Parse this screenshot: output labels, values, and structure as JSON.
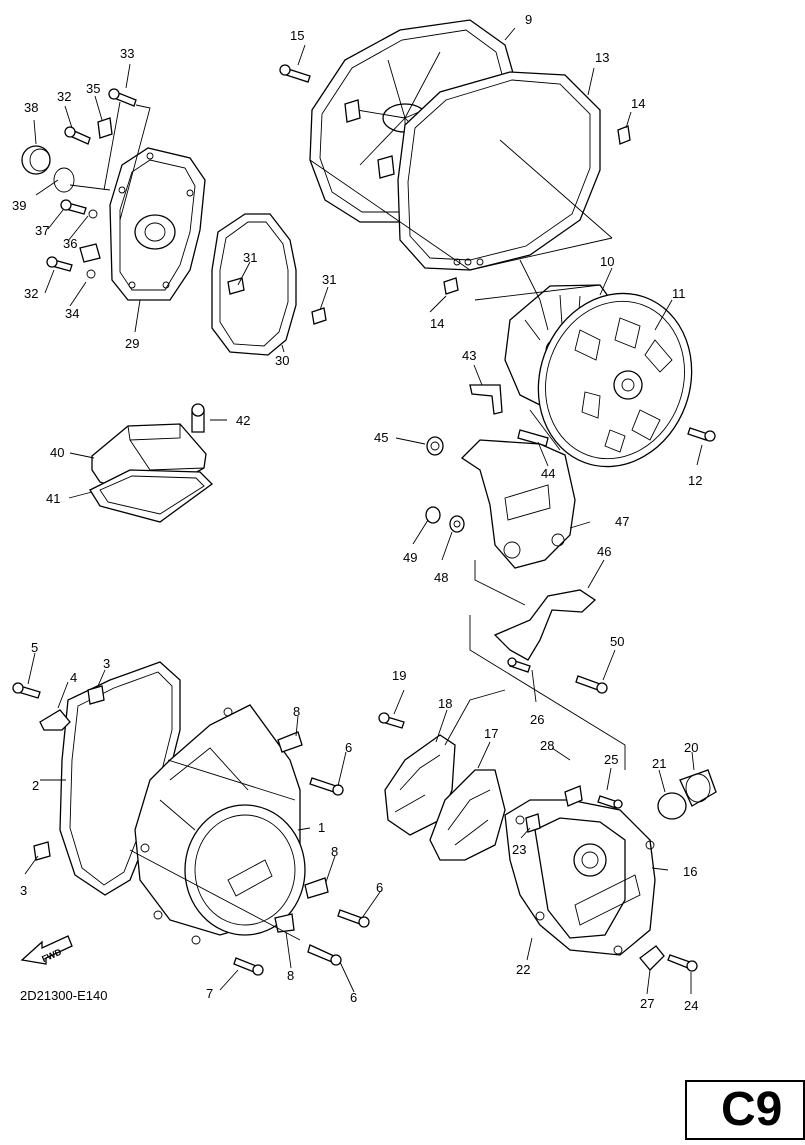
{
  "diagram_code": "2D21300-E140",
  "page_code": "C9",
  "fwd_label": "FWD",
  "part_labels": [
    "1",
    "2",
    "3",
    "3",
    "4",
    "5",
    "6",
    "6",
    "6",
    "7",
    "8",
    "8",
    "8",
    "9",
    "10",
    "11",
    "12",
    "13",
    "14",
    "14",
    "15",
    "16",
    "17",
    "18",
    "19",
    "20",
    "21",
    "22",
    "23",
    "24",
    "25",
    "26",
    "27",
    "28",
    "29",
    "30",
    "31",
    "31",
    "32",
    "32",
    "33",
    "34",
    "35",
    "36",
    "37",
    "38",
    "39",
    "40",
    "41",
    "42",
    "43",
    "44",
    "45",
    "46",
    "47",
    "48",
    "49",
    "50"
  ]
}
